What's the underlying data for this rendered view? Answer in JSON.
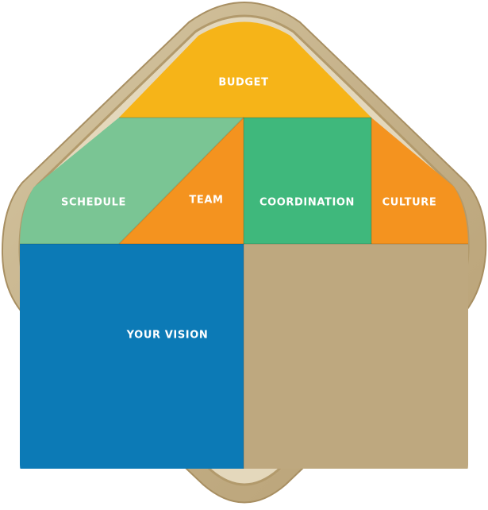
{
  "diagram": {
    "pieces": {
      "budget": {
        "label": "BUDGET",
        "color": "#F6B418"
      },
      "schedule": {
        "label": "SCHEDULE",
        "color": "#7AC594"
      },
      "team": {
        "label": "TEAM",
        "color": "#F4931F"
      },
      "coordination": {
        "label": "COORDINATION",
        "color": "#3FB87C"
      },
      "culture": {
        "label": "CULTURE",
        "color": "#F4931F"
      },
      "your_vision": {
        "label": "YOUR VISION",
        "color": "#0C7AB6"
      },
      "blank": {
        "color": "#BEA87F"
      }
    },
    "frame_color": "#C7B58D"
  }
}
